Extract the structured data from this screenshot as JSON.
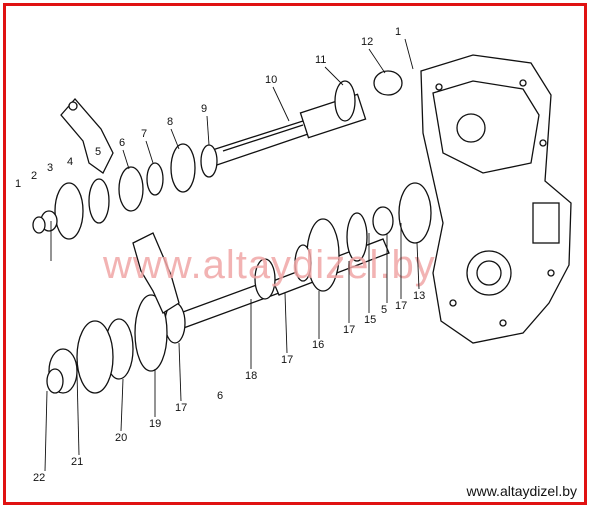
{
  "diagram": {
    "watermark": "www.altaydizel.by",
    "site_footer": "www.altaydizel.by",
    "callouts": [
      "1",
      "2",
      "3",
      "4",
      "5",
      "6",
      "7",
      "8",
      "9",
      "10",
      "11",
      "12",
      "1",
      "13",
      "17",
      "5",
      "15",
      "17",
      "16",
      "17",
      "18",
      "6",
      "17",
      "19",
      "20",
      "21",
      "22"
    ],
    "colors": {
      "frame": "#e01212",
      "ink": "#111111",
      "watermark": "#f0a6a6"
    }
  }
}
